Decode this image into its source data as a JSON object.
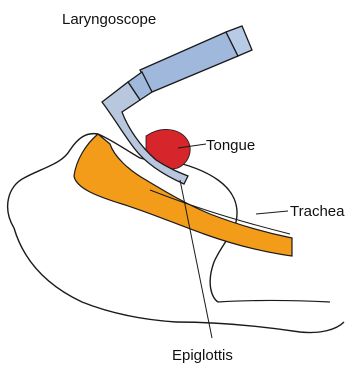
{
  "diagram": {
    "labels": {
      "laryngoscope": "Laryngoscope",
      "tongue": "Tongue",
      "trachea": "Trachea",
      "epiglottis": "Epiglottis"
    },
    "colors": {
      "outline": "#1a1a1a",
      "trachea_fill": "#f39c1a",
      "tongue_fill": "#d6252b",
      "scope_fill": "#9fb8dc",
      "blade_fill": "#b8c7dd"
    }
  }
}
